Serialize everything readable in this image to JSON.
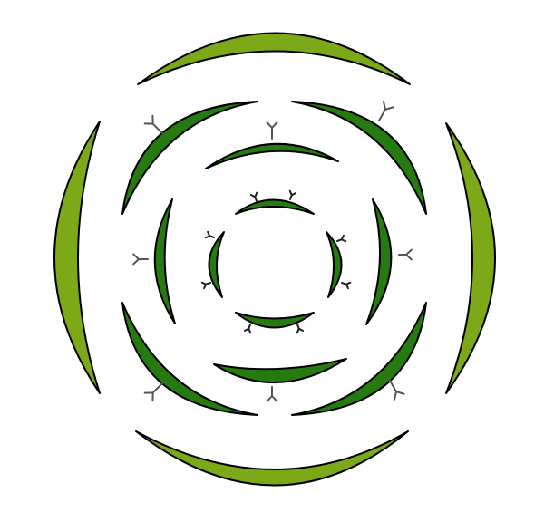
{
  "diagram": {
    "colors": {
      "outer_leaf": "#7ca918",
      "inner_leaf": "#267b10",
      "outline": "#000000",
      "antenna_dark": "#222222",
      "antenna_light": "#555555"
    },
    "rings": [
      {
        "id": "outer",
        "color_key": "outer_leaf",
        "leaves": 4
      },
      {
        "id": "middle",
        "color_key": "inner_leaf",
        "leaves": 4
      },
      {
        "id": "inner",
        "color_key": "inner_leaf",
        "leaves": 4
      },
      {
        "id": "innermost",
        "color_key": "inner_leaf",
        "leaves": 4
      }
    ]
  }
}
